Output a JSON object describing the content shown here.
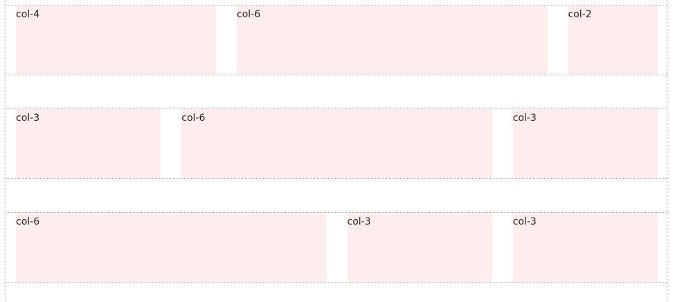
{
  "grid": {
    "rows": [
      {
        "columns": [
          {
            "label": "col-4",
            "span": 4
          },
          {
            "label": "col-6",
            "span": 6
          },
          {
            "label": "col-2",
            "span": 2
          }
        ]
      },
      {
        "columns": [
          {
            "label": "col-3",
            "span": 3
          },
          {
            "label": "col-6",
            "span": 6
          },
          {
            "label": "col-3",
            "span": 3
          }
        ]
      },
      {
        "columns": [
          {
            "label": "col-6",
            "span": 6
          },
          {
            "label": "col-3",
            "span": 3
          },
          {
            "label": "col-3",
            "span": 3
          }
        ]
      }
    ]
  },
  "colors": {
    "column_background": "#fdeeed",
    "border": "#b8b8b8",
    "text": "#212529"
  }
}
